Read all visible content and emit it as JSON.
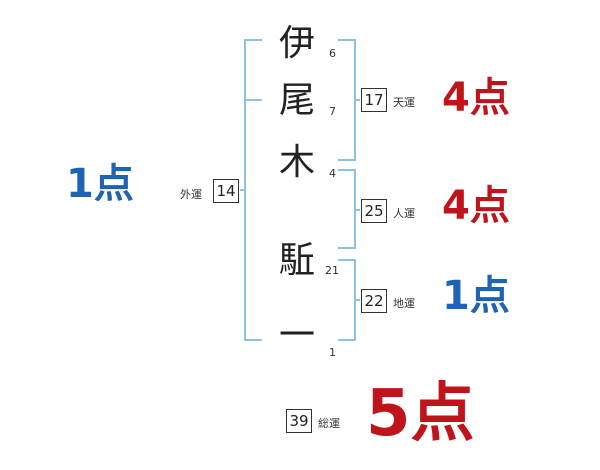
{
  "name": {
    "chars": [
      {
        "char": "伊",
        "strokes": "6"
      },
      {
        "char": "尾",
        "strokes": "7"
      },
      {
        "char": "木",
        "strokes": "4"
      },
      {
        "char": "駈",
        "strokes": "21"
      },
      {
        "char": "一",
        "strokes": "1"
      }
    ]
  },
  "fortunes": {
    "ten": {
      "label": "天運",
      "value": "17",
      "score": "4点"
    },
    "jin": {
      "label": "人運",
      "value": "25",
      "score": "4点"
    },
    "chi": {
      "label": "地運",
      "value": "22",
      "score": "1点"
    },
    "gai": {
      "label": "外運",
      "value": "14",
      "score": "1点"
    },
    "total": {
      "label": "総運",
      "value": "39",
      "score": "5点"
    }
  },
  "colors": {
    "bracket": "#8cc3e0",
    "score_good": "#c0141c",
    "score_bad": "#1e64b4",
    "text": "#222222"
  }
}
